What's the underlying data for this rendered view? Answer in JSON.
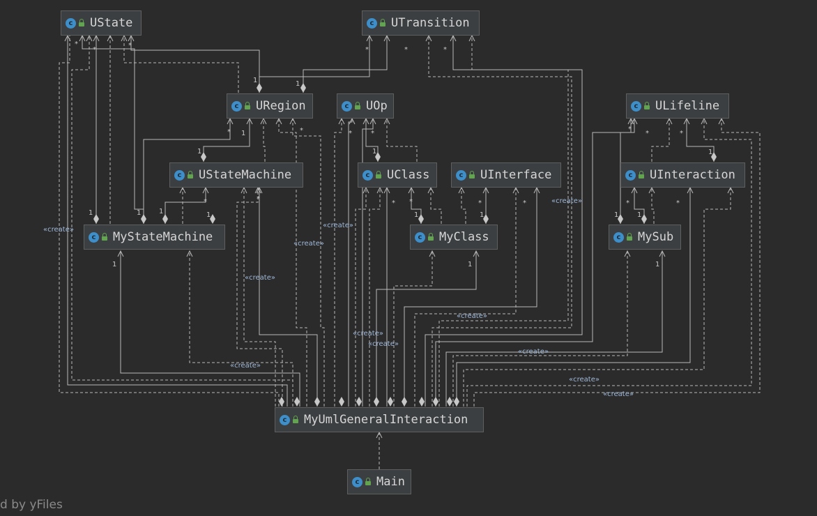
{
  "nodes": {
    "ustate": "UState",
    "utransition": "UTransition",
    "uregion": "URegion",
    "uop": "UOp",
    "ulifeline": "ULifeline",
    "ustatemachine": "UStateMachine",
    "uclass": "UClass",
    "uinterface": "UInterface",
    "uinteraction": "UInteraction",
    "mystatemachine": "MyStateMachine",
    "myclass": "MyClass",
    "mysub": "MySub",
    "myumlgeneralinteraction": "MyUmlGeneralInteraction",
    "main": "Main"
  },
  "class_icon_letter": "c",
  "create_label": "«create»",
  "multiplicity": {
    "one": "1",
    "many": "*"
  },
  "watermark": "d by yFiles",
  "colors": {
    "background": "#2b2b2b",
    "node_fill": "#3c3f41",
    "edge": "#b9b9b9",
    "class_icon": "#3d8ec9",
    "lock_icon": "#62a44f"
  }
}
